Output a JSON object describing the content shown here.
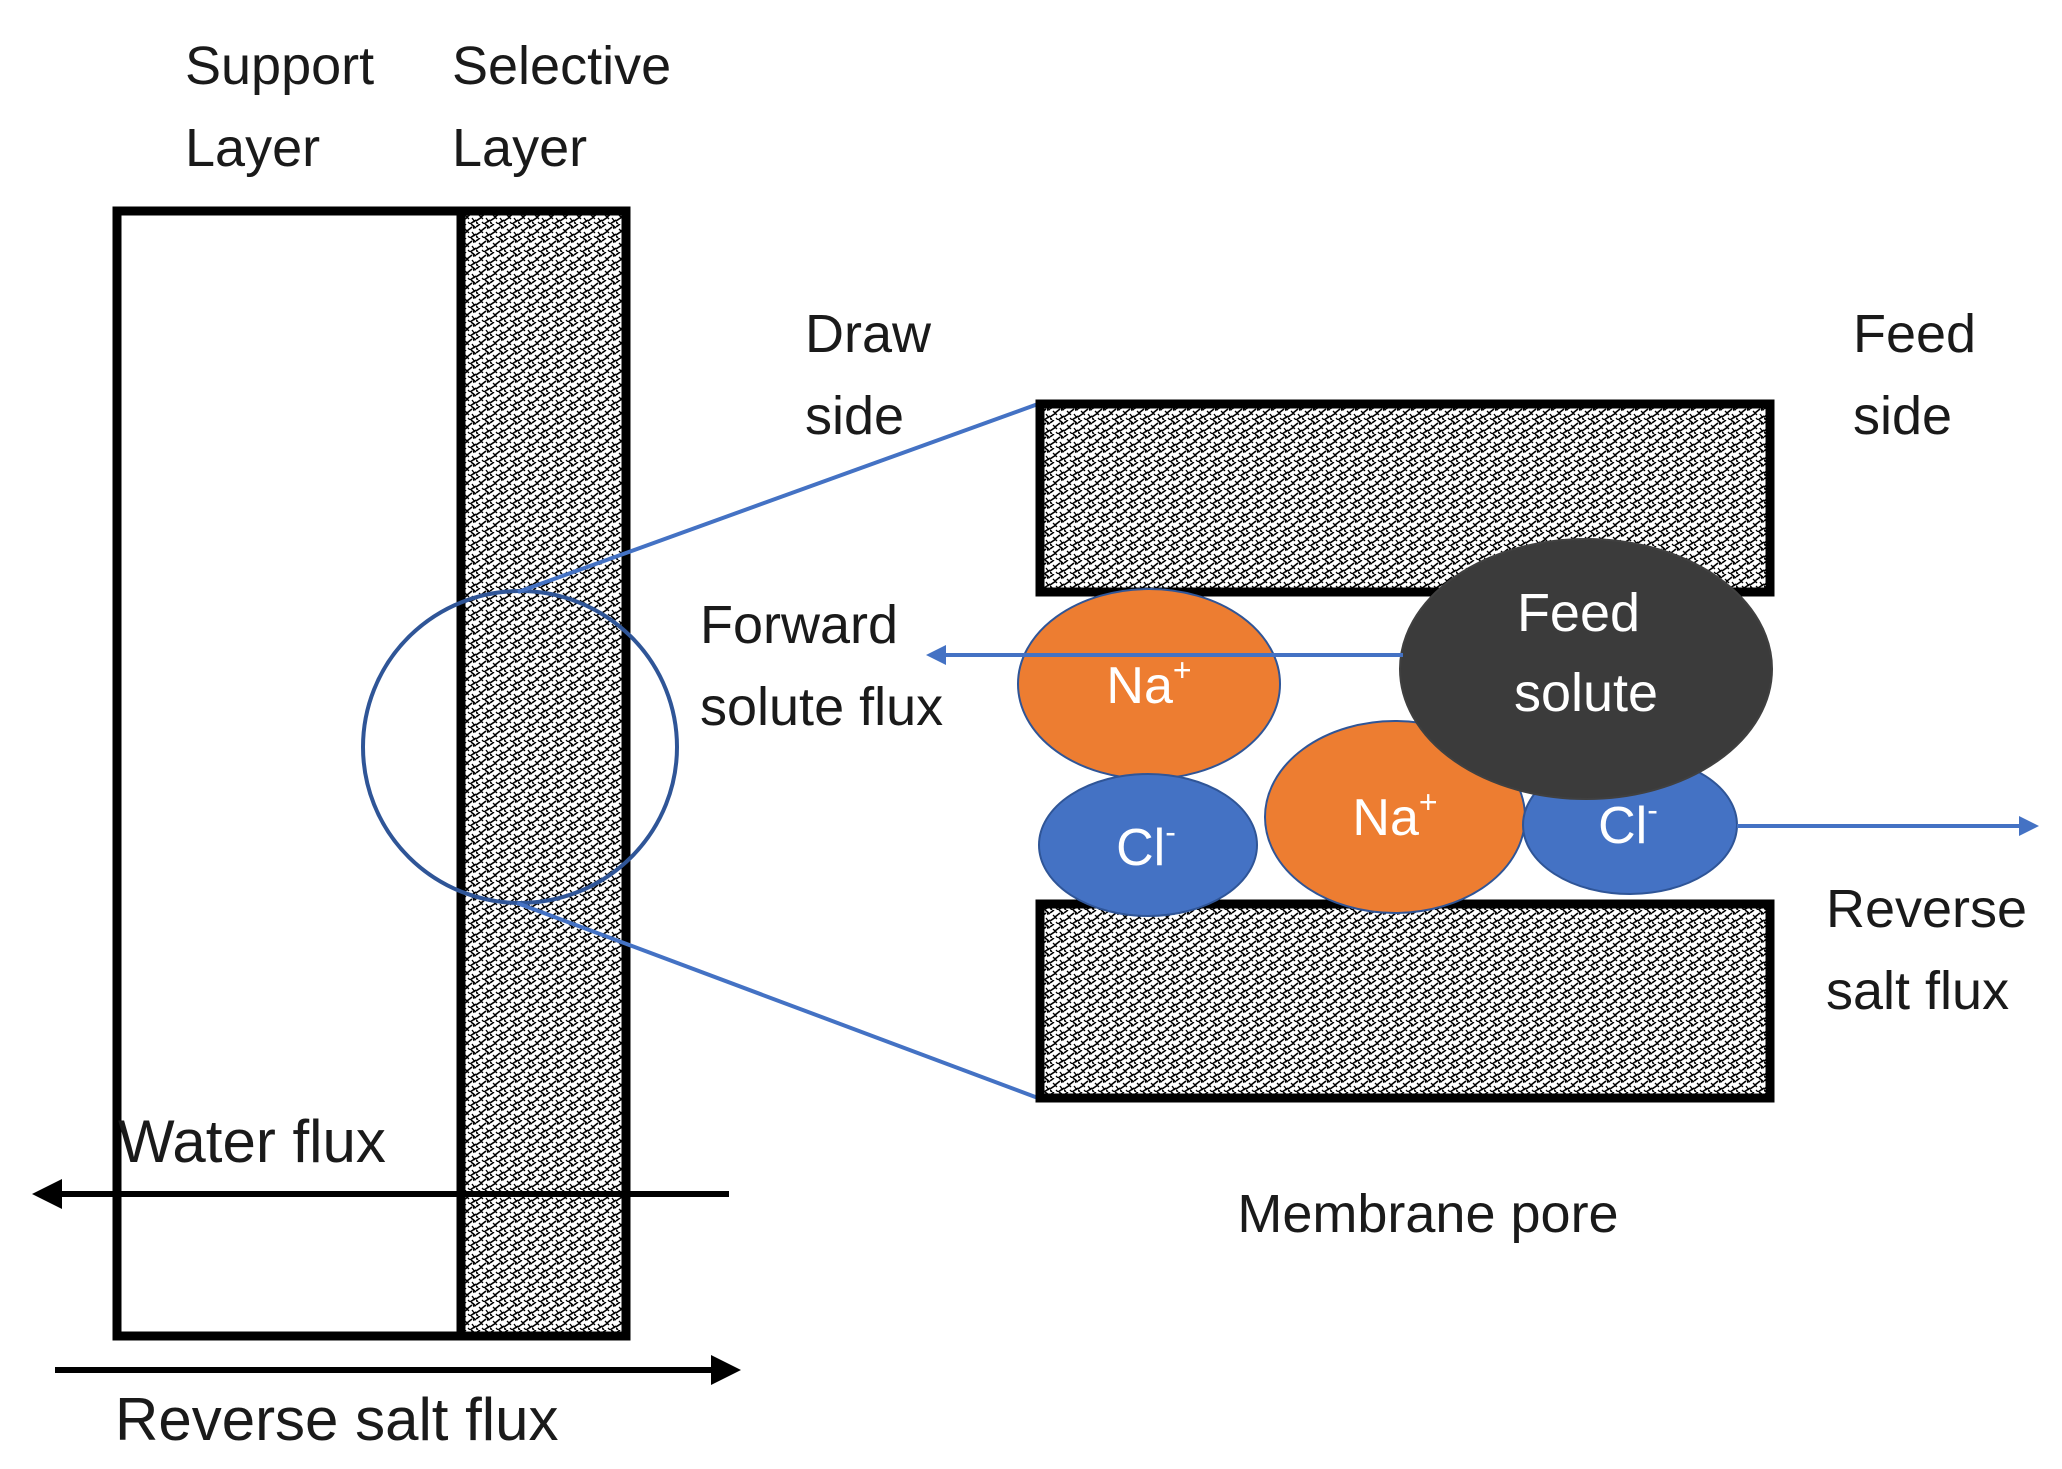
{
  "labels": {
    "support_layer": [
      "Support",
      "Layer"
    ],
    "selective_layer": [
      "Selective",
      "Layer"
    ],
    "draw_side": [
      "Draw",
      "side"
    ],
    "feed_side": [
      "Feed",
      "side"
    ],
    "forward_flux": [
      "Forward",
      "solute flux"
    ],
    "feed_solute": [
      "Feed",
      "solute"
    ],
    "reverse_salt_flux_right": [
      "Reverse",
      "salt flux"
    ],
    "membrane_pore": "Membrane pore",
    "water_flux": "Water flux",
    "reverse_salt_flux_bottom": "Reverse salt flux"
  },
  "ions": {
    "na_top": {
      "base": "Na",
      "charge": "+"
    },
    "na_mid": {
      "base": "Na",
      "charge": "+"
    },
    "cl_left": {
      "base": "Cl",
      "charge": "-"
    },
    "cl_right": {
      "base": "Cl",
      "charge": "-"
    }
  },
  "colors": {
    "sodium": "#ED7D31",
    "chloride": "#4472C4",
    "feed_solute": "#3B3B3B",
    "connector": "#4472C4",
    "zoom_circle": "#2F5597",
    "outline": "#000000"
  }
}
